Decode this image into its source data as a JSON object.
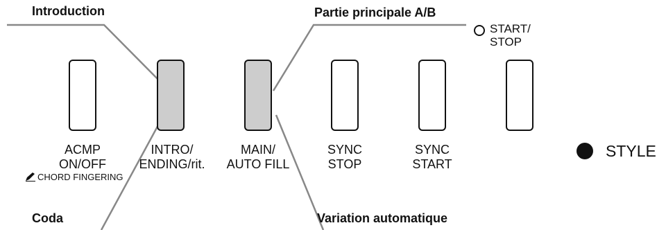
{
  "callouts": {
    "introduction": "Introduction",
    "main_ab": "Partie principale A/B",
    "coda": "Coda",
    "variation": "Variation automatique"
  },
  "buttons": [
    {
      "line1": "ACMP",
      "line2": "ON/OFF",
      "highlighted": false
    },
    {
      "line1": "INTRO/",
      "line2": "ENDING/rit.",
      "highlighted": true
    },
    {
      "line1": "MAIN/",
      "line2": "AUTO FILL",
      "highlighted": true
    },
    {
      "line1": "SYNC",
      "line2": "STOP",
      "highlighted": false
    },
    {
      "line1": "SYNC",
      "line2": "START",
      "highlighted": false
    },
    {
      "line1": "",
      "line2": "",
      "highlighted": false
    }
  ],
  "chord_fingering": "CHORD FINGERING",
  "start_stop": {
    "line1": "START/",
    "line2": "STOP"
  },
  "style": "STYLE",
  "colors": {
    "highlight": "#cdcdcd",
    "leader_line": "#888888",
    "ink": "#111111"
  }
}
